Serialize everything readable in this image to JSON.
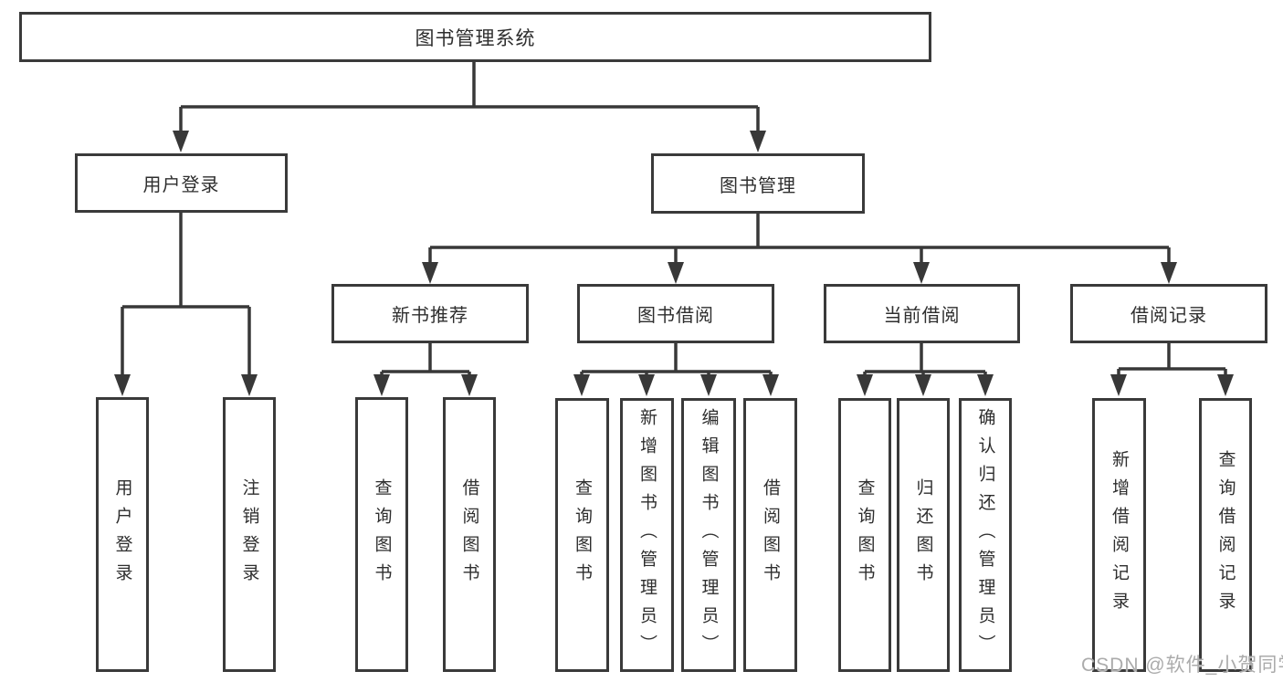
{
  "colors": {
    "background": "#ffffff",
    "line": "#383838",
    "box-border": "#3a3a3a",
    "box-fill": "#ffffff",
    "text": "#2e2e2e",
    "watermark": "#ababab"
  },
  "diagram": {
    "root": "图书管理系统",
    "level2": [
      "用户登录",
      "图书管理"
    ],
    "level3": [
      "新书推荐",
      "图书借阅",
      "当前借阅",
      "借阅记录"
    ],
    "leaves": {
      "user_login": [
        "用户登录",
        "注销登录"
      ],
      "new_books": [
        "查询图书",
        "借阅图书"
      ],
      "book_borrow": [
        "查询图书",
        "新增图书（管理员）",
        "编辑图书（管理员）",
        "借阅图书"
      ],
      "current_borrow": [
        "查询图书",
        "归还图书",
        "确认归还（管理员）"
      ],
      "borrow_records": [
        "新增借阅记录",
        "查询借阅记录"
      ]
    }
  },
  "watermark": {
    "text": "CSDN @软件_小贺同学"
  }
}
